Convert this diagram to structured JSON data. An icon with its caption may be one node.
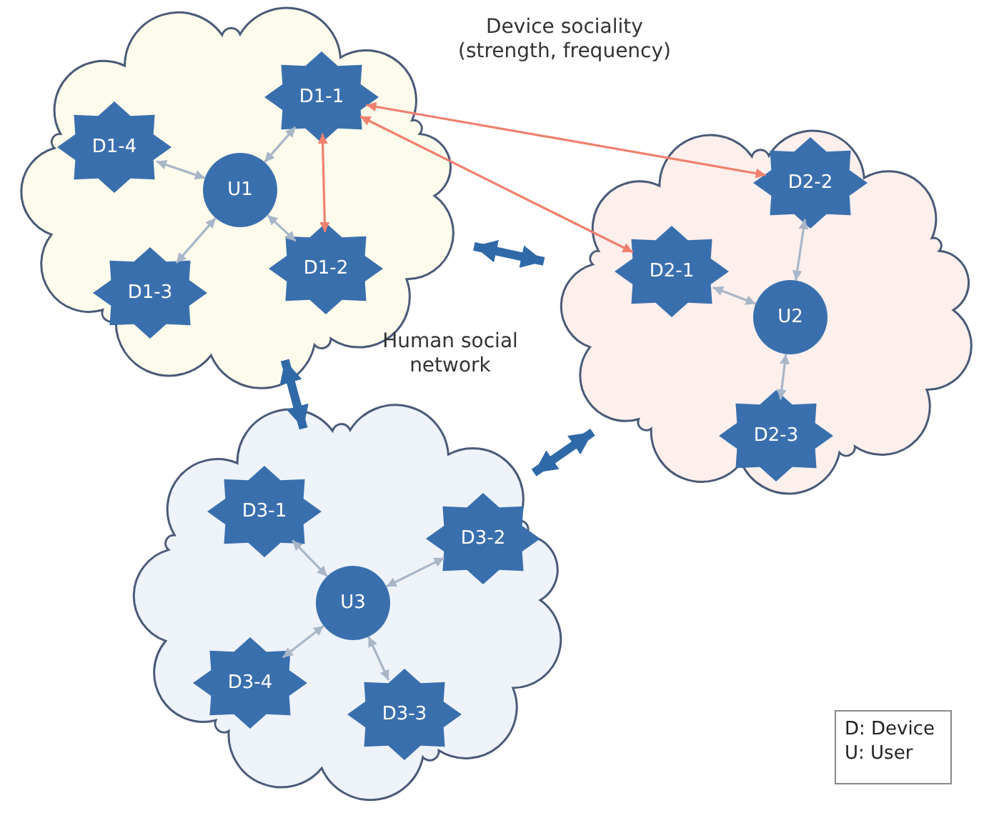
{
  "diagram": {
    "nodes": [
      {
        "text": [],
        "shape": "cloud"
      },
      {
        "text": [
          "U1"
        ],
        "in": 0
      },
      {
        "text": [
          "D1-1"
        ],
        "in": 0
      },
      {
        "text": [
          "D1-2"
        ],
        "in": 0
      },
      {
        "text": [
          "D1-3"
        ],
        "in": 0
      },
      {
        "text": [
          "D1-4"
        ],
        "in": 0
      },
      {
        "text": [],
        "shape": "cloud"
      },
      {
        "text": [
          "U2"
        ],
        "in": 6
      },
      {
        "text": [
          "D2-1"
        ],
        "in": 6
      },
      {
        "text": [
          "D2-2"
        ],
        "in": 6
      },
      {
        "text": [
          "D2-3"
        ],
        "in": 6
      },
      {
        "text": [],
        "shape": "cloud"
      },
      {
        "text": [
          "U3"
        ],
        "in": 11
      },
      {
        "text": [
          "D3-1"
        ],
        "in": 11
      },
      {
        "text": [
          "D3-2"
        ],
        "in": 11
      },
      {
        "text": [
          "D3-3"
        ],
        "in": 11
      },
      {
        "text": [
          "D3-4"
        ],
        "in": 11
      },
      {
        "text": [
          "D: Device",
          "U: User"
        ]
      }
    ],
    "edges": [
      {
        "from": 1,
        "to": 2,
        "arrow": "both"
      },
      {
        "from": 1,
        "to": 3,
        "arrow": "both"
      },
      {
        "from": 1,
        "to": 4,
        "arrow": "both"
      },
      {
        "from": 1,
        "to": 5,
        "arrow": "both"
      },
      {
        "from": 2,
        "to": 3,
        "arrow": "both",
        "color": "#f0806e"
      },
      {
        "from": 2,
        "to": 9,
        "arrow": "both",
        "color": "#f0806e"
      },
      {
        "from": 2,
        "to": 8,
        "arrow": "both",
        "color": "#f0806e"
      },
      {
        "from": 7,
        "to": 8,
        "arrow": "both"
      },
      {
        "from": 7,
        "to": 9,
        "arrow": "both"
      },
      {
        "from": 7,
        "to": 10,
        "arrow": "both"
      },
      {
        "from": 12,
        "to": 13,
        "arrow": "both"
      },
      {
        "from": 12,
        "to": 14,
        "arrow": "both"
      },
      {
        "from": 12,
        "to": 15,
        "arrow": "both"
      },
      {
        "from": 12,
        "to": 16,
        "arrow": "both"
      },
      {
        "from": 0,
        "to": 6,
        "arrow": "both",
        "style": "thick",
        "color": "#2f69a8"
      },
      {
        "from": 0,
        "to": 11,
        "arrow": "both",
        "style": "thick",
        "color": "#2f69a8"
      },
      {
        "from": 11,
        "to": 6,
        "arrow": "both",
        "style": "thick",
        "color": "#2f69a8"
      }
    ],
    "labels": [
      "Device sociality (strength, frequency)",
      "Human social network"
    ]
  }
}
